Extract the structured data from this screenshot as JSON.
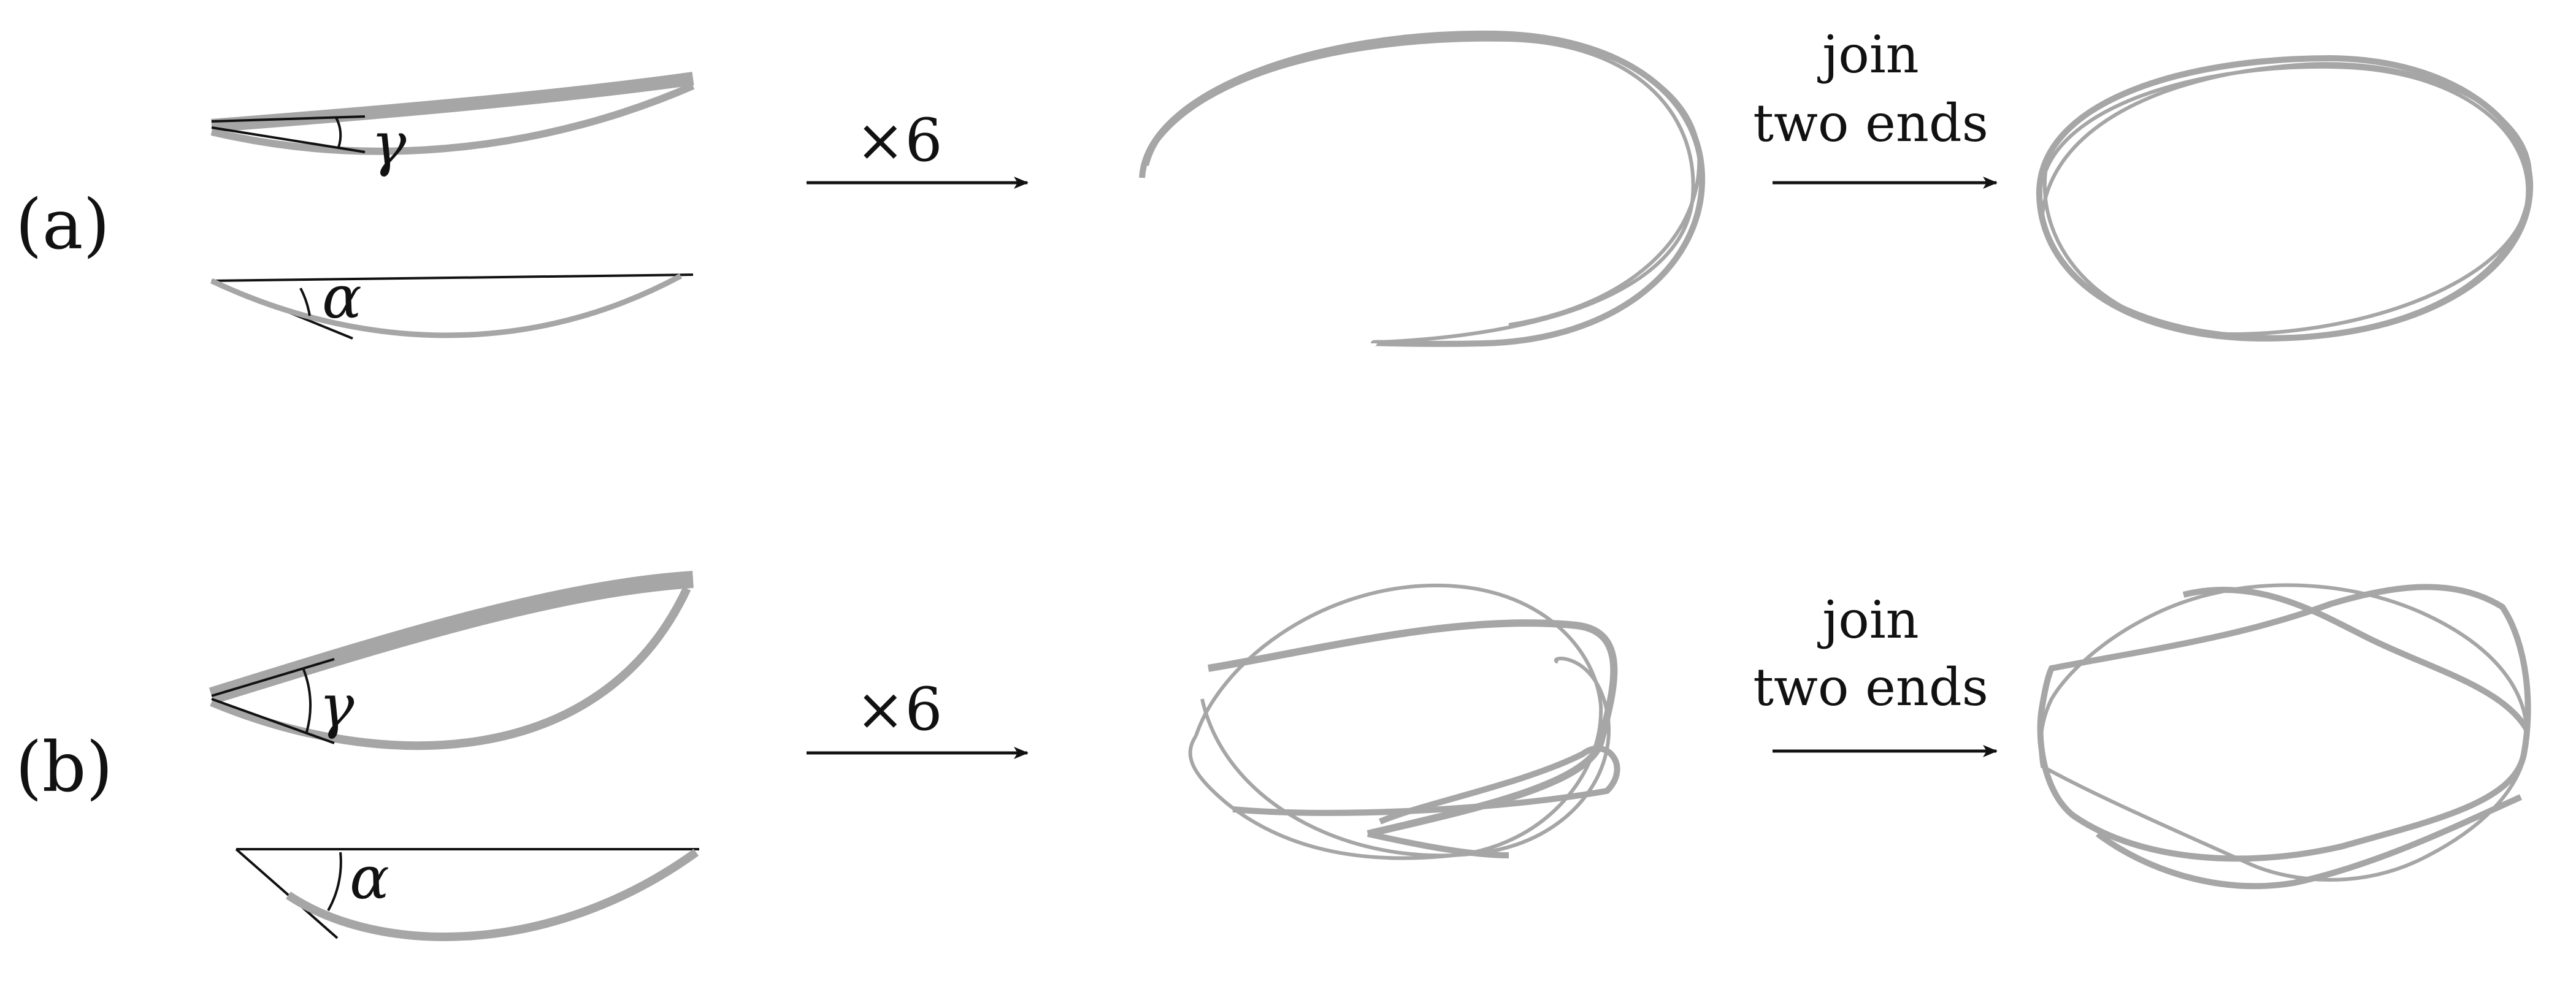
{
  "colors": {
    "strip": "#a6a6a6",
    "ink": "#111111",
    "background": "#ffffff"
  },
  "rows": [
    {
      "id": "a",
      "label": "(a)",
      "angle_top": "γ",
      "angle_bottom": "α",
      "multiply_label": "×6",
      "join_label_line1": "join",
      "join_label_line2": "two ends"
    },
    {
      "id": "b",
      "label": "(b)",
      "angle_top": "γ",
      "angle_bottom": "α",
      "multiply_label": "×6",
      "join_label_line1": "join",
      "join_label_line2": "two ends"
    }
  ]
}
